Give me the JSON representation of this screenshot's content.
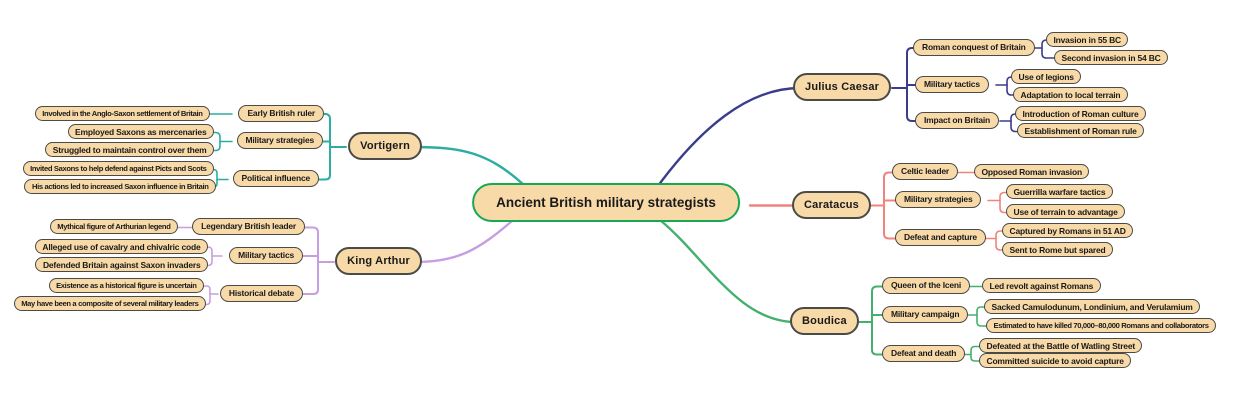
{
  "title": "Ancient British military strategists",
  "colors": {
    "background": "#FFFFFF",
    "node_fill": "#F8D9A8",
    "node_border": "#4A4A46",
    "node_text": "#1A1A1A",
    "central_border": "#17A951"
  },
  "branches": [
    {
      "label": "Julius Caesar",
      "side": "right",
      "color": "#3C3C8C",
      "subtopics": [
        {
          "label": "Roman conquest of Britain",
          "children": [
            "Invasion in 55 BC",
            "Second invasion in 54 BC"
          ]
        },
        {
          "label": "Military tactics",
          "children": [
            "Use of legions",
            "Adaptation to local terrain"
          ]
        },
        {
          "label": "Impact on Britain",
          "children": [
            "Introduction of Roman culture",
            "Establishment of Roman rule"
          ]
        }
      ]
    },
    {
      "label": "Caratacus",
      "side": "right",
      "color": "#F0837D",
      "subtopics": [
        {
          "label": "Celtic leader",
          "children": [
            "Opposed Roman invasion"
          ]
        },
        {
          "label": "Military strategies",
          "children": [
            "Guerrilla warfare tactics",
            "Use of terrain to advantage"
          ]
        },
        {
          "label": "Defeat and capture",
          "children": [
            "Captured by Romans in 51 AD",
            "Sent to Rome but spared"
          ]
        }
      ]
    },
    {
      "label": "Boudica",
      "side": "right",
      "color": "#44B06E",
      "subtopics": [
        {
          "label": "Queen of the Iceni",
          "children": [
            "Led revolt against Romans"
          ]
        },
        {
          "label": "Military campaign",
          "children": [
            "Sacked Camulodunum, Londinium, and Verulamium",
            "Estimated to have killed 70,000–80,000 Romans and collaborators"
          ]
        },
        {
          "label": "Defeat and death",
          "children": [
            "Defeated at the Battle of Watling Street",
            "Committed suicide to avoid capture"
          ]
        }
      ]
    },
    {
      "label": "Vortigern",
      "side": "left",
      "color": "#2CADA1",
      "subtopics": [
        {
          "label": "Early British ruler",
          "children": [
            "Involved in the Anglo-Saxon settlement of Britain"
          ]
        },
        {
          "label": "Military strategies",
          "children": [
            "Employed Saxons as mercenaries",
            "Struggled to maintain control over them"
          ]
        },
        {
          "label": "Political influence",
          "children": [
            "Invited Saxons to help defend against Picts and Scots",
            "His actions led to increased Saxon influence in Britain"
          ]
        }
      ]
    },
    {
      "label": "King Arthur",
      "side": "left",
      "color": "#C79EE1",
      "subtopics": [
        {
          "label": "Legendary British leader",
          "children": [
            "Mythical figure of Arthurian legend"
          ]
        },
        {
          "label": "Military tactics",
          "children": [
            "Alleged use of cavalry and chivalric code",
            "Defended Britain against Saxon invaders"
          ]
        },
        {
          "label": "Historical debate",
          "children": [
            "Existence as a historical figure is uncertain",
            "May have been a composite of several military leaders"
          ]
        }
      ]
    }
  ]
}
